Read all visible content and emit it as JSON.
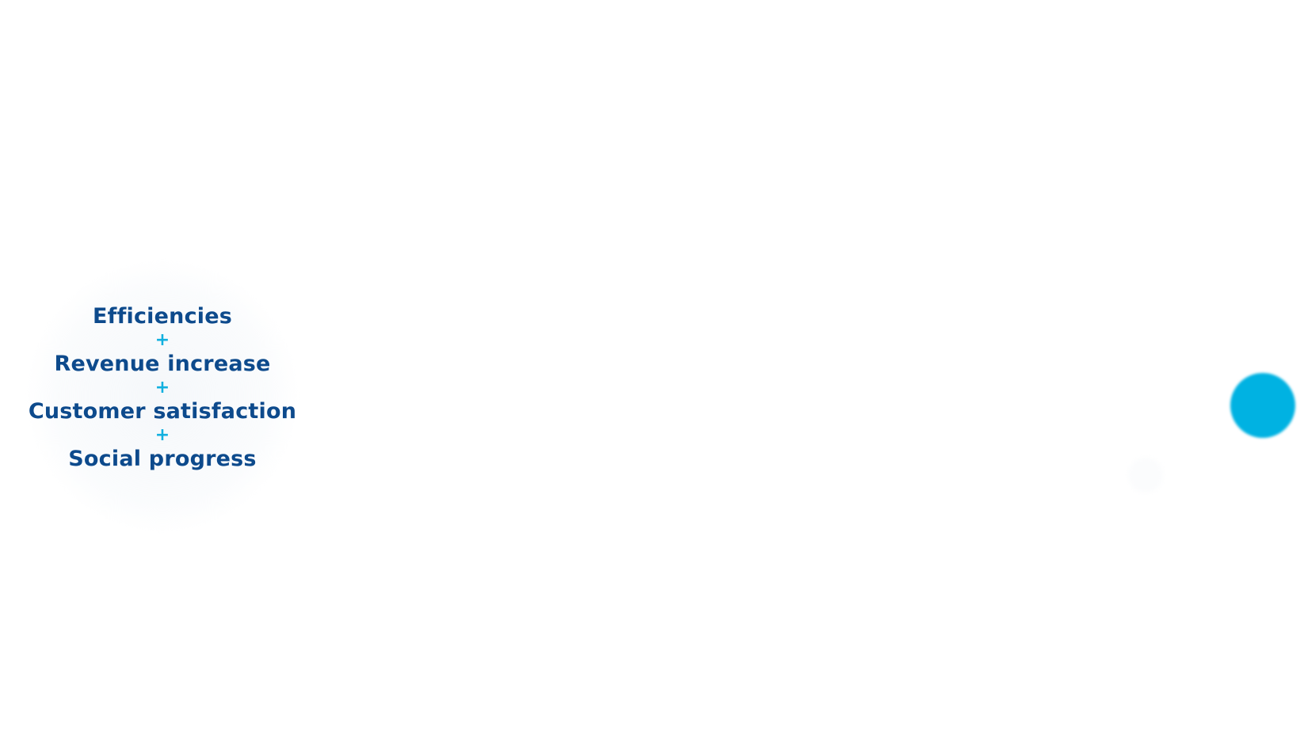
{
  "stack": {
    "items": [
      "Efficiencies",
      "Revenue increase",
      "Customer satisfaction",
      "Social progress"
    ],
    "separator": "+"
  },
  "colors": {
    "text": "#0d4a8c",
    "separator": "#11b0df",
    "accent_dot": "#00b2e2",
    "background": "#ffffff"
  }
}
